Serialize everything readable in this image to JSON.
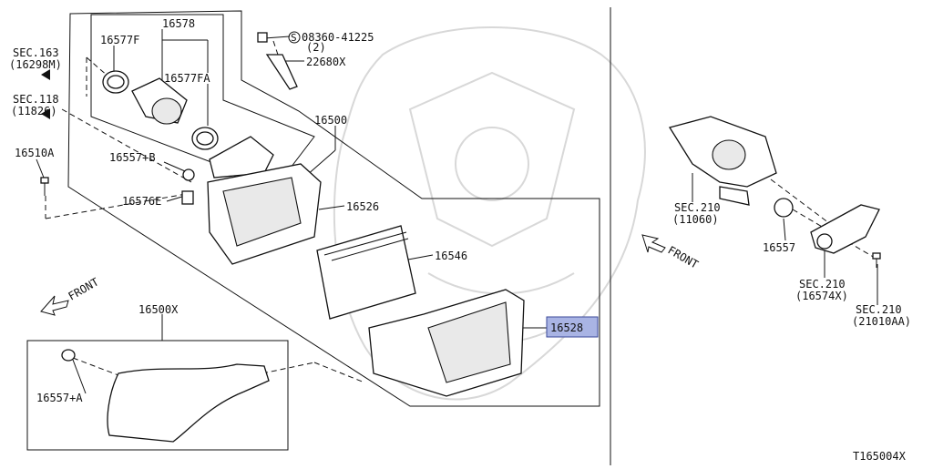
{
  "diagram_id": "T165004X",
  "front_label": "FRONT",
  "parts": {
    "p16578": "16578",
    "p16577F": "16577F",
    "p16577FA": "16577FA",
    "p16500": "16500",
    "p16557B": "16557+B",
    "p16576E": "16576E",
    "p16526": "16526",
    "p16546": "16546",
    "p16528": "16528",
    "p16500X": "16500X",
    "p16557A": "16557+A",
    "p16510A": "16510A",
    "p22680X": "22680X",
    "p08360": "08360-41225",
    "p08360_qty": "(2)",
    "p16557": "16557",
    "s_mark": "S"
  },
  "section_refs": {
    "sec163": "SEC.163",
    "sec163_sub": "(16298M)",
    "sec118": "SEC.118",
    "sec118_sub": "(11826)",
    "sec210a": "SEC.210",
    "sec210a_sub": "(11060)",
    "sec210b": "SEC.210",
    "sec210b_sub": "(16574X)",
    "sec210c": "SEC.210",
    "sec210c_sub": "(21010AA)"
  },
  "highlight_color": "#a9b4e4"
}
